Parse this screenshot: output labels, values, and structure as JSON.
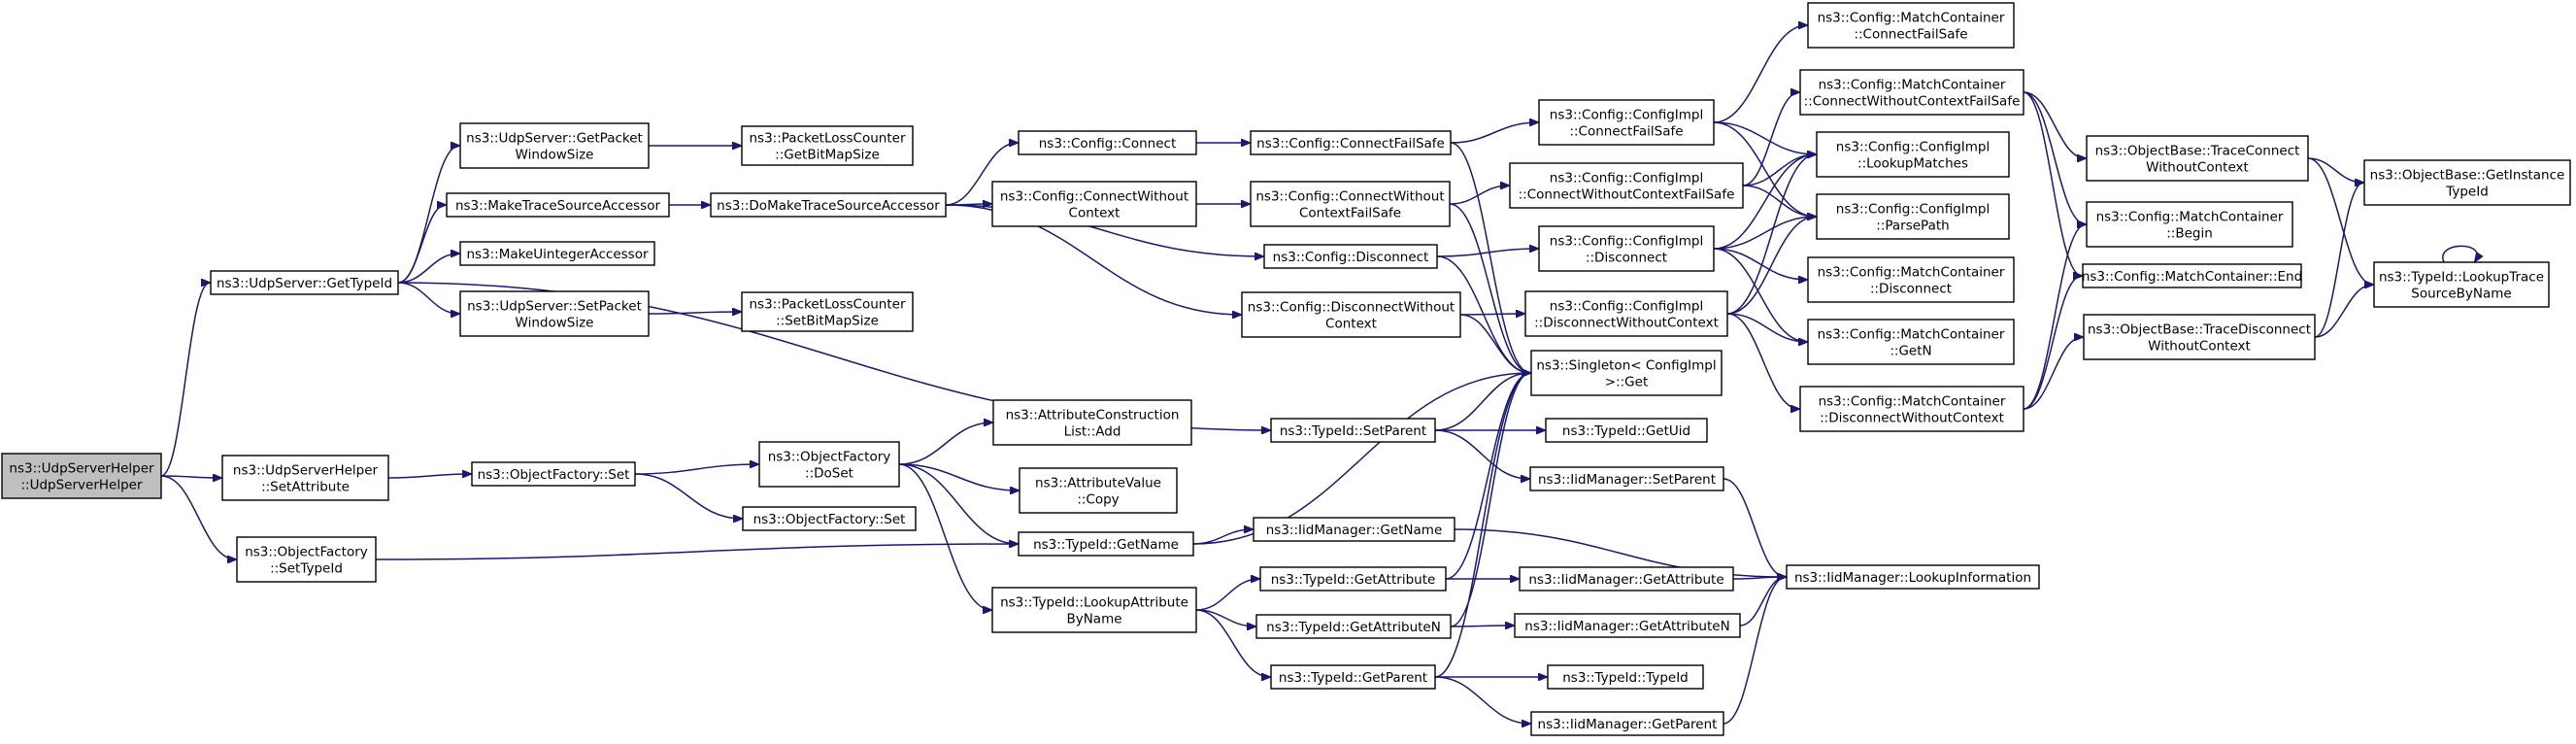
{
  "nodes": [
    {
      "id": "root",
      "lines": [
        "ns3::UdpServerHelper",
        "::UdpServerHelper"
      ],
      "root": true
    },
    {
      "id": "getTypeId",
      "lines": [
        "ns3::UdpServer::GetTypeId"
      ]
    },
    {
      "id": "setAttribute",
      "lines": [
        "ns3::UdpServerHelper",
        "::SetAttribute"
      ]
    },
    {
      "id": "ofSetTypeId",
      "lines": [
        "ns3::ObjectFactory",
        "::SetTypeId"
      ]
    },
    {
      "id": "getPacketWindowSize",
      "lines": [
        "ns3::UdpServer::GetPacket",
        "WindowSize"
      ]
    },
    {
      "id": "makeTraceSourceAccessor",
      "lines": [
        "ns3::MakeTraceSourceAccessor"
      ]
    },
    {
      "id": "makeUintegerAccessor",
      "lines": [
        "ns3::MakeUintegerAccessor"
      ]
    },
    {
      "id": "setPacketWindowSize",
      "lines": [
        "ns3::UdpServer::SetPacket",
        "WindowSize"
      ]
    },
    {
      "id": "plcGetBitMapSize",
      "lines": [
        "ns3::PacketLossCounter",
        "::GetBitMapSize"
      ]
    },
    {
      "id": "plcSetBitMapSize",
      "lines": [
        "ns3::PacketLossCounter",
        "::SetBitMapSize"
      ]
    },
    {
      "id": "doMakeTraceSourceAccessor",
      "lines": [
        "ns3::DoMakeTraceSourceAccessor"
      ]
    },
    {
      "id": "objectFactorySet",
      "lines": [
        "ns3::ObjectFactory::Set"
      ]
    },
    {
      "id": "ofDoSet",
      "lines": [
        "ns3::ObjectFactory",
        "::DoSet"
      ]
    },
    {
      "id": "objectFactorySet2",
      "lines": [
        "ns3::ObjectFactory::Set"
      ]
    },
    {
      "id": "attrConstructionListAdd",
      "lines": [
        "ns3::AttributeConstruction",
        "List::Add"
      ]
    },
    {
      "id": "attrValueCopy",
      "lines": [
        "ns3::AttributeValue",
        "::Copy"
      ]
    },
    {
      "id": "typeIdGetName",
      "lines": [
        "ns3::TypeId::GetName"
      ]
    },
    {
      "id": "lookupAttributeByName",
      "lines": [
        "ns3::TypeId::LookupAttribute",
        "ByName"
      ]
    },
    {
      "id": "configConnect",
      "lines": [
        "ns3::Config::Connect"
      ]
    },
    {
      "id": "configConnectWithoutContext",
      "lines": [
        "ns3::Config::ConnectWithout",
        "Context"
      ]
    },
    {
      "id": "configConnectFailSafe",
      "lines": [
        "ns3::Config::ConnectFailSafe"
      ]
    },
    {
      "id": "configConnectWithoutContextFailSafe",
      "lines": [
        "ns3::Config::ConnectWithout",
        "ContextFailSafe"
      ]
    },
    {
      "id": "configDisconnect",
      "lines": [
        "ns3::Config::Disconnect"
      ]
    },
    {
      "id": "configDisconnectWithoutContext",
      "lines": [
        "ns3::Config::DisconnectWithout",
        "Context"
      ]
    },
    {
      "id": "typeIdSetParent",
      "lines": [
        "ns3::TypeId::SetParent"
      ]
    },
    {
      "id": "iidGetName",
      "lines": [
        "ns3::IidManager::GetName"
      ]
    },
    {
      "id": "typeIdGetAttribute",
      "lines": [
        "ns3::TypeId::GetAttribute"
      ]
    },
    {
      "id": "typeIdGetAttributeN",
      "lines": [
        "ns3::TypeId::GetAttributeN"
      ]
    },
    {
      "id": "typeIdGetParent",
      "lines": [
        "ns3::TypeId::GetParent"
      ]
    },
    {
      "id": "implConnectFailSafe",
      "lines": [
        "ns3::Config::ConfigImpl",
        "::ConnectFailSafe"
      ]
    },
    {
      "id": "implConnectWithoutContextFailSafe",
      "lines": [
        "ns3::Config::ConfigImpl",
        "::ConnectWithoutContextFailSafe"
      ]
    },
    {
      "id": "implDisconnect",
      "lines": [
        "ns3::Config::ConfigImpl",
        "::Disconnect"
      ]
    },
    {
      "id": "implDisconnectWithoutContext",
      "lines": [
        "ns3::Config::ConfigImpl",
        "::DisconnectWithoutContext"
      ]
    },
    {
      "id": "singletonGet",
      "lines": [
        "ns3::Singleton< ConfigImpl",
        ">::Get"
      ]
    },
    {
      "id": "typeIdGetUid",
      "lines": [
        "ns3::TypeId::GetUid"
      ]
    },
    {
      "id": "iidSetParent",
      "lines": [
        "ns3::IidManager::SetParent"
      ]
    },
    {
      "id": "iidGetAttribute",
      "lines": [
        "ns3::IidManager::GetAttribute"
      ]
    },
    {
      "id": "iidGetAttributeN",
      "lines": [
        "ns3::IidManager::GetAttributeN"
      ]
    },
    {
      "id": "typeIdTypeId",
      "lines": [
        "ns3::TypeId::TypeId"
      ]
    },
    {
      "id": "iidGetParent",
      "lines": [
        "ns3::IidManager::GetParent"
      ]
    },
    {
      "id": "mcConnectFailSafe",
      "lines": [
        "ns3::Config::MatchContainer",
        "::ConnectFailSafe"
      ]
    },
    {
      "id": "mcConnectWithoutContextFailSafe",
      "lines": [
        "ns3::Config::MatchContainer",
        "::ConnectWithoutContextFailSafe"
      ]
    },
    {
      "id": "implLookupMatches",
      "lines": [
        "ns3::Config::ConfigImpl",
        "::LookupMatches"
      ]
    },
    {
      "id": "implParsePath",
      "lines": [
        "ns3::Config::ConfigImpl",
        "::ParsePath"
      ]
    },
    {
      "id": "mcDisconnect",
      "lines": [
        "ns3::Config::MatchContainer",
        "::Disconnect"
      ]
    },
    {
      "id": "mcGetN",
      "lines": [
        "ns3::Config::MatchContainer",
        "::GetN"
      ]
    },
    {
      "id": "mcDisconnectWithoutContext",
      "lines": [
        "ns3::Config::MatchContainer",
        "::DisconnectWithoutContext"
      ]
    },
    {
      "id": "iidLookupInformation",
      "lines": [
        "ns3::IidManager::LookupInformation"
      ]
    },
    {
      "id": "obTraceConnectWithoutContext",
      "lines": [
        "ns3::ObjectBase::TraceConnect",
        "WithoutContext"
      ]
    },
    {
      "id": "mcBegin",
      "lines": [
        "ns3::Config::MatchContainer",
        "::Begin"
      ]
    },
    {
      "id": "mcEnd",
      "lines": [
        "ns3::Config::MatchContainer::End"
      ]
    },
    {
      "id": "obTraceDisconnectWithoutContext",
      "lines": [
        "ns3::ObjectBase::TraceDisconnect",
        "WithoutContext"
      ]
    },
    {
      "id": "obGetInstanceTypeId",
      "lines": [
        "ns3::ObjectBase::GetInstance",
        "TypeId"
      ]
    },
    {
      "id": "typeIdLookupTraceSourceByName",
      "lines": [
        "ns3::TypeId::LookupTrace",
        "SourceByName"
      ]
    }
  ]
}
